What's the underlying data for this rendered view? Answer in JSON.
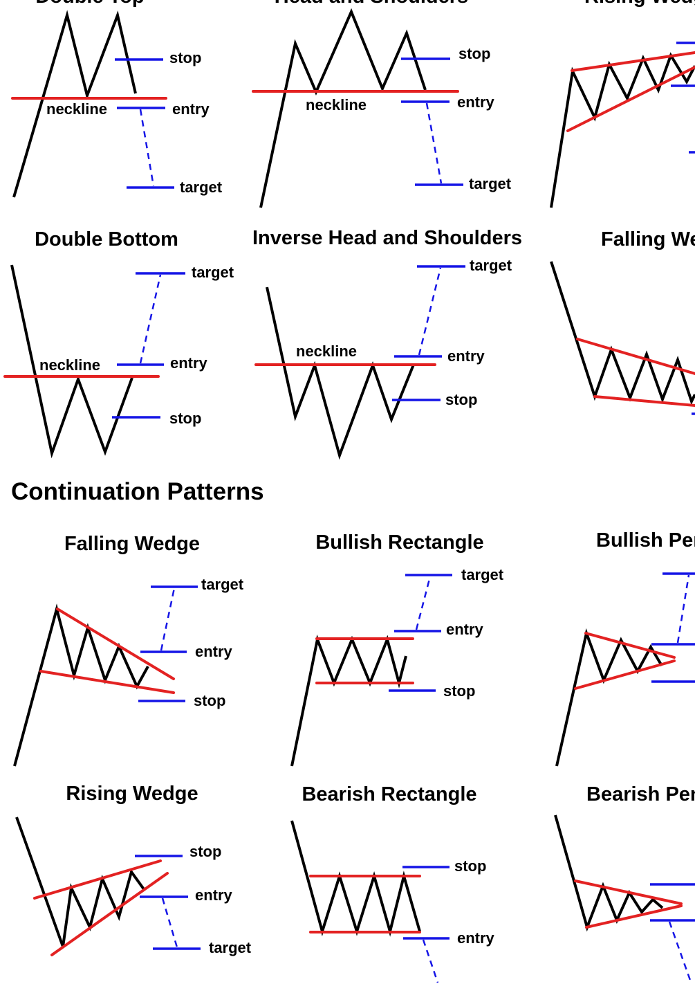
{
  "colors": {
    "price_line": "#000000",
    "trend_line": "#e32222",
    "level_line": "#1515e6",
    "background": "#ffffff"
  },
  "section_title": "Continuation Patterns",
  "labels": {
    "stop": "stop",
    "entry": "entry",
    "target": "target",
    "neckline": "neckline"
  },
  "patterns": [
    {
      "title": "Double Top"
    },
    {
      "title": "Head and Shoulders"
    },
    {
      "title": "Rising Wedge"
    },
    {
      "title": "Double Bottom"
    },
    {
      "title": "Inverse Head and Shoulders"
    },
    {
      "title": "Falling Wedge"
    },
    {
      "title": "Falling Wedge"
    },
    {
      "title": "Bullish Rectangle"
    },
    {
      "title": "Bullish Pennant"
    },
    {
      "title": "Rising Wedge"
    },
    {
      "title": "Bearish Rectangle"
    },
    {
      "title": "Bearish Pennant"
    }
  ]
}
